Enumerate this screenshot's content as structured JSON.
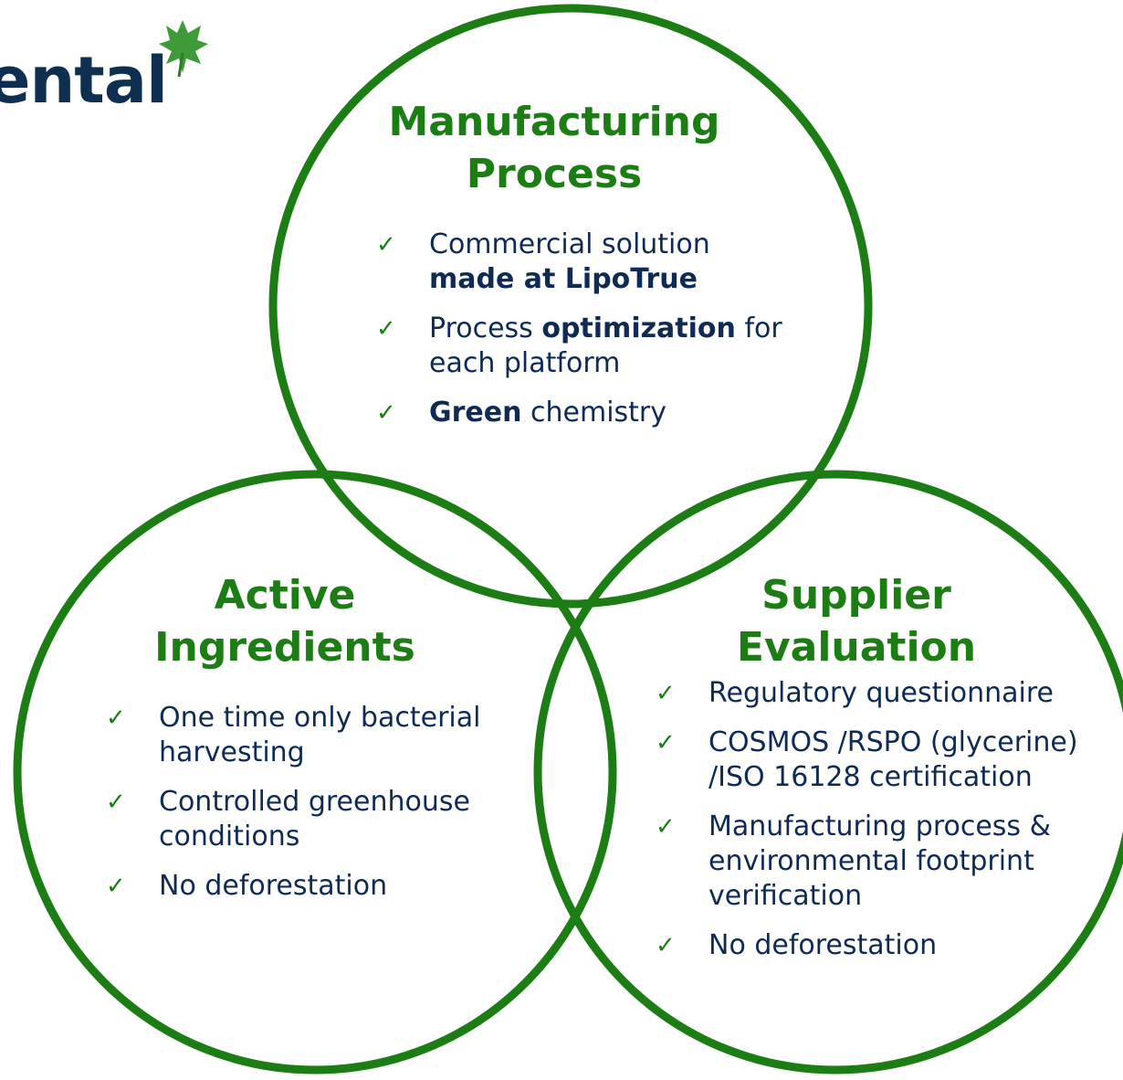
{
  "logo": {
    "text": "ental"
  },
  "colors": {
    "circle_stroke": "#1c7d14",
    "title": "#1c7d14",
    "body_text": "#0e2a55",
    "logo_text": "#0e2f4f",
    "leaf": "#3f9a38"
  },
  "manufacturing": {
    "title_line1": "Manufacturing",
    "title_line2": "Process",
    "items": [
      {
        "check": "✓",
        "pre": "Commercial solution ",
        "bold": "made at LipoTrue",
        "post": ""
      },
      {
        "check": "✓",
        "pre": "Process ",
        "bold": "optimization",
        "post": " for each platform"
      },
      {
        "check": "✓",
        "pre": "",
        "bold": "Green",
        "post": " chemistry"
      }
    ]
  },
  "active": {
    "title_line1": "Active",
    "title_line2": "Ingredients",
    "items": [
      {
        "check": "✓",
        "text": "One time only bacterial harvesting"
      },
      {
        "check": "✓",
        "text": "Controlled greenhouse conditions"
      },
      {
        "check": "✓",
        "text": "No deforestation"
      }
    ]
  },
  "supplier": {
    "title_line1": "Supplier",
    "title_line2": "Evaluation",
    "items": [
      {
        "check": "✓",
        "text": "Regulatory questionnaire"
      },
      {
        "check": "✓",
        "text": "COSMOS /RSPO (glycerine) /ISO 16128 certification"
      },
      {
        "check": "✓",
        "text": "Manufacturing process & environmental footprint verification"
      },
      {
        "check": "✓",
        "text": "No deforestation"
      }
    ]
  }
}
